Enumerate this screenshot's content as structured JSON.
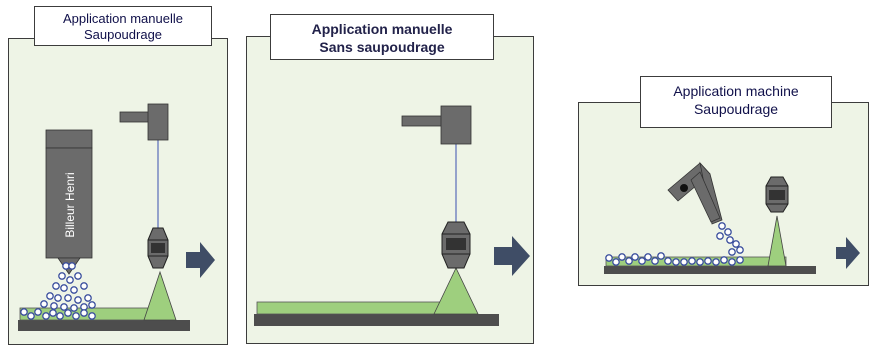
{
  "colors": {
    "panel_bg": "#eef4e6",
    "bar": "#4d4d4d",
    "coating": "#9ecf7e",
    "device": "#6b6b6b",
    "arrow": "#3f4d66",
    "beam": "#3b4fb0",
    "bead_stroke": "#3b4f9e"
  },
  "panels": [
    {
      "id": "manual-powder",
      "title_line1": "Application manuelle",
      "title_line2": "Saupoudrage",
      "dispenser_label": "Billeur Henri",
      "icons": [
        "dispenser-icon",
        "spray-gun-icon",
        "next-arrow-icon"
      ]
    },
    {
      "id": "manual-no-powder",
      "title_line1": "Application manuelle",
      "title_line2": "Sans saupoudrage",
      "icons": [
        "spray-gun-icon",
        "next-arrow-icon"
      ]
    },
    {
      "id": "machine-powder",
      "title_line1": "Application machine",
      "title_line2": "Saupoudrage",
      "icons": [
        "powder-hopper-icon",
        "spray-gun-icon",
        "next-arrow-icon"
      ]
    }
  ]
}
